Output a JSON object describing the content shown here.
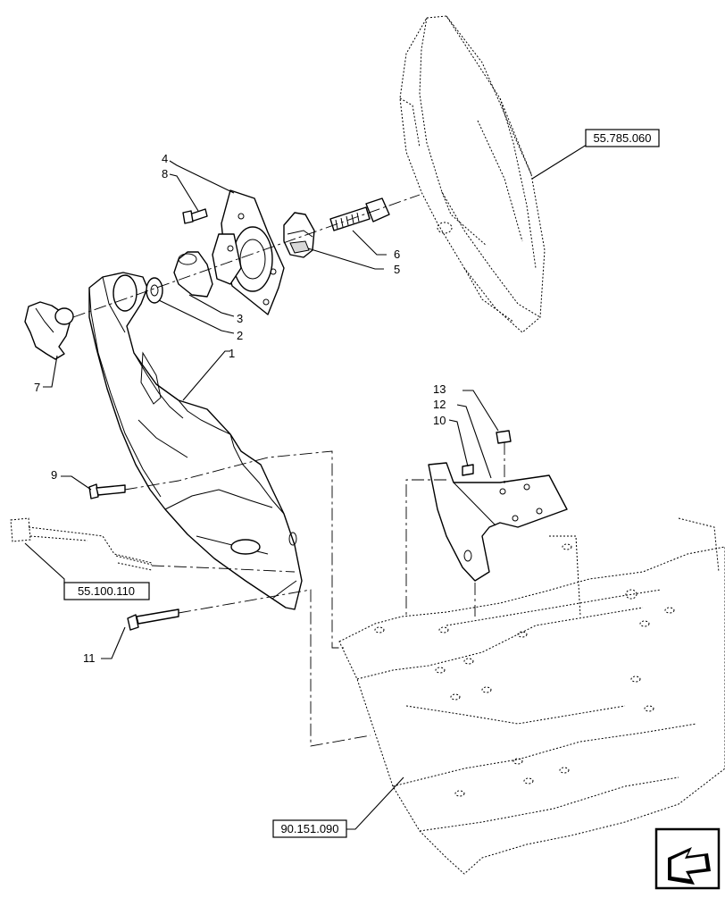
{
  "callouts": {
    "c1": "1",
    "c2": "2",
    "c3": "3",
    "c4": "4",
    "c5": "5",
    "c6": "6",
    "c7": "7",
    "c8": "8",
    "c9": "9",
    "c10": "10",
    "c11": "11",
    "c12": "12",
    "c13": "13"
  },
  "references": {
    "ref_display": "55.785.060",
    "ref_harness": "55.100.110",
    "ref_frame": "90.151.090"
  },
  "nav_icon": "arrow-return-icon"
}
